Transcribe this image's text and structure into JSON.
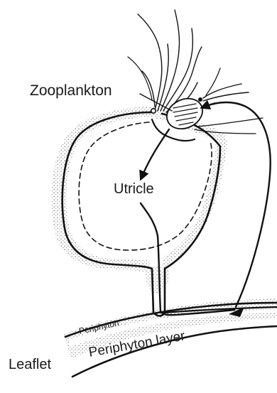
{
  "diagram": {
    "labels": {
      "zooplankton": "Zooplankton",
      "utricle": "Utricle",
      "periphyton": "Periphyton",
      "periphyton_layer": "Periphyton layer",
      "leaflet": "Leaflet"
    },
    "colors": {
      "ink": "#111111",
      "stipple": "#9a9a9a",
      "background": "#ffffff"
    }
  }
}
